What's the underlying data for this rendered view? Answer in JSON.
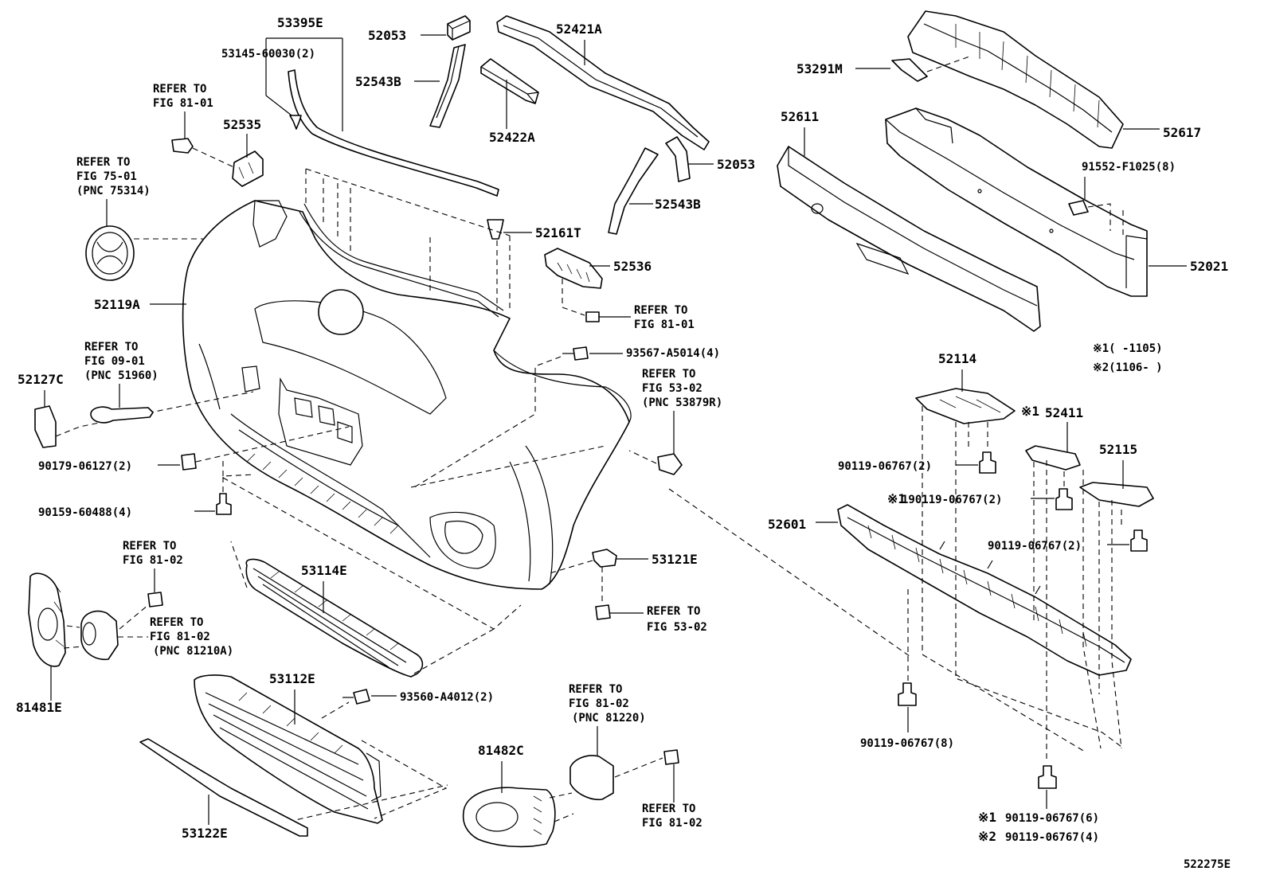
{
  "labels": {
    "p53395E": "53395E",
    "p53145": "53145-60030(2)",
    "p52053a": "52053",
    "p52543Ba": "52543B",
    "p52421A": "52421A",
    "p52422A": "52422A",
    "p52053b": "52053",
    "p52543Bb": "52543B",
    "p52161T": "52161T",
    "p52536": "52536",
    "p52535": "52535",
    "p52119A": "52119A",
    "p52127C": "52127C",
    "p90179": "90179-06127(2)",
    "p90159": "90159-60488(4)",
    "p93567": "93567-A5014(4)",
    "p53291M": "53291M",
    "p52611": "52611",
    "p52617": "52617",
    "p91552": "91552-F1025(8)",
    "p52021": "52021",
    "p52114": "52114",
    "p52411": "52411",
    "p52115": "52115",
    "p52601": "52601",
    "p90119a": "90119-06767(2)",
    "p90119b": "190119-06767(2)",
    "p90119c": "90119-06767(2)",
    "p90119d": "90119-06767(8)",
    "p90119e": "90119-06767(6)",
    "p90119f": "90119-06767(4)",
    "p53121E": "53121E",
    "p53114E": "53114E",
    "p53112E": "53112E",
    "p93560": "93560-A4012(2)",
    "p53122E": "53122E",
    "p81481E": "81481E",
    "p81482C": "81482C",
    "mark1": "※1",
    "mark2": "※2",
    "note1": "※1(      -1105)",
    "note2": "※2(1106-      )",
    "diagram_id": "522275E"
  },
  "refs": {
    "r1_line1": "REFER TO",
    "r1_line2": "FIG 81-01",
    "r2_line1": "REFER TO",
    "r2_line2": "FIG 75-01",
    "r2_line3": "(PNC 75314)",
    "r3_line1": "REFER TO",
    "r3_line2": "FIG 09-01",
    "r3_line3": "(PNC 51960)",
    "r4_line1": "REFER TO",
    "r4_line2": "FIG 81-01",
    "r5_line1": "REFER TO",
    "r5_line2": "FIG 53-02",
    "r5_line3": "(PNC 53879R)",
    "r6_line1": "REFER TO",
    "r6_line2": "FIG 81-02",
    "r7_line1": "REFER TO",
    "r7_line2": "FIG 81-02",
    "r7_line3": "(PNC 81210A)",
    "r8_line1": "REFER TO",
    "r8_line2": "FIG 53-02",
    "r9_line1": "REFER TO",
    "r9_line2": "FIG 81-02",
    "r9_line3": "(PNC 81220)",
    "r10_line1": "REFER TO",
    "r10_line2": "FIG 81-02"
  }
}
